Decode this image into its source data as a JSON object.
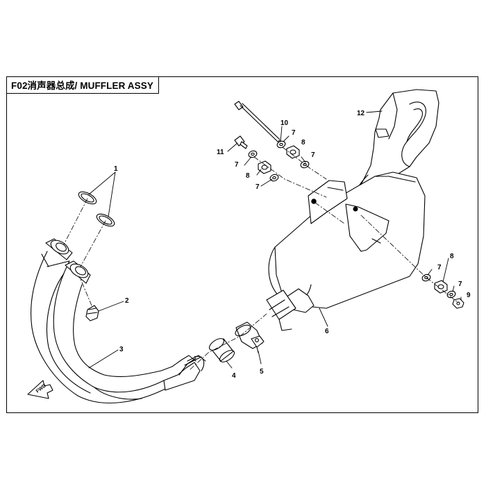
{
  "title": "F02消声器总成/ MUFFLER ASSY",
  "fwd_label": "FWD",
  "callouts": [
    "1",
    "2",
    "3",
    "4",
    "5",
    "6",
    "7",
    "7",
    "7",
    "7",
    "7",
    "7",
    "8",
    "8",
    "8",
    "9",
    "10",
    "11",
    "12"
  ]
}
